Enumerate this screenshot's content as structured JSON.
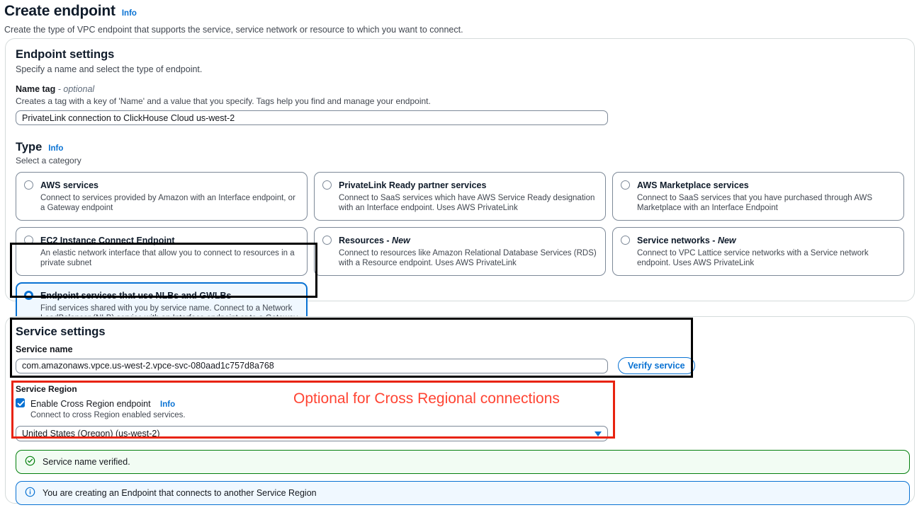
{
  "page": {
    "title": "Create endpoint",
    "info_label": "Info",
    "subtitle": "Create the type of VPC endpoint that supports the service, service network or resource to which you want to connect."
  },
  "endpoint_settings": {
    "title": "Endpoint settings",
    "description": "Specify a name and select the type of endpoint.",
    "name_tag": {
      "label": "Name tag",
      "optional_suffix": "- optional",
      "hint": "Creates a tag with a key of 'Name' and a value that you specify. Tags help you find and manage your endpoint.",
      "value": "PrivateLink connection to ClickHouse Cloud us-west-2"
    },
    "type": {
      "title": "Type",
      "info_label": "Info",
      "subtitle": "Select a category",
      "options": [
        {
          "title": "AWS services",
          "description": "Connect to services provided by Amazon with an Interface endpoint, or a Gateway endpoint",
          "selected": false,
          "badge": ""
        },
        {
          "title": "PrivateLink Ready partner services",
          "description": "Connect to SaaS services which have AWS Service Ready designation with an Interface endpoint. Uses AWS PrivateLink",
          "selected": false,
          "badge": ""
        },
        {
          "title": "AWS Marketplace services",
          "description": "Connect to SaaS services that you have purchased through AWS Marketplace with an Interface Endpoint",
          "selected": false,
          "badge": ""
        },
        {
          "title": "EC2 Instance Connect Endpoint",
          "description": "An elastic network interface that allow you to connect to resources in a private subnet",
          "selected": false,
          "badge": ""
        },
        {
          "title": "Resources -",
          "badge": "New",
          "description": "Connect to resources like Amazon Relational Database Services (RDS) with a Resource endpoint. Uses AWS PrivateLink",
          "selected": false
        },
        {
          "title": "Service networks -",
          "badge": "New",
          "description": "Connect to VPC Lattice service networks with a Service network endpoint. Uses AWS PrivateLink",
          "selected": false
        },
        {
          "title": "Endpoint services that use NLBs and GWLBs",
          "badge": "",
          "description": "Find services shared with you by service name. Connect to a Network LoadBalancer (NLB) service with an Interface endpoint or to a Gateway LoadBalancer (GWLB) service with a Gateway Load Balancer endpoint",
          "selected": true
        }
      ]
    }
  },
  "service_settings": {
    "title": "Service settings",
    "service_name": {
      "label": "Service name",
      "value": "com.amazonaws.vpce.us-west-2.vpce-svc-080aad1c757d8a768",
      "verify_button": "Verify service"
    },
    "service_region": {
      "label": "Service Region",
      "checkbox_label": "Enable Cross Region endpoint",
      "checkbox_info": "Info",
      "checkbox_hint": "Connect to cross Region enabled services.",
      "checkbox_checked": true,
      "selected_region": "United States (Oregon) (us-west-2)"
    },
    "alerts": [
      {
        "type": "success",
        "icon": "check-circle-icon",
        "message": "Service name verified."
      },
      {
        "type": "info",
        "icon": "info-circle-icon",
        "message": "You are creating an Endpoint that connects to another Service Region"
      }
    ]
  },
  "annotations": {
    "red_note": "Optional for Cross Regional connections"
  },
  "colors": {
    "accent_blue": "#0972d3",
    "success_green": "#037f0c",
    "annotation_red": "#ff4433",
    "annotation_box_red": "#e8230f",
    "annotation_box_black": "#000000"
  }
}
